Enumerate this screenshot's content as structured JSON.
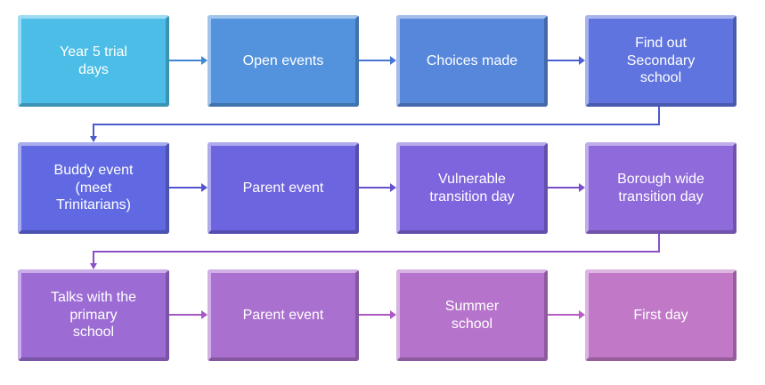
{
  "diagram": {
    "description": "Secondary school transition process flowchart, 3 rows of 4 steps read left to right",
    "background_color": "#ffffff",
    "text_color": "#ffffff",
    "rows": [
      {
        "nodes": [
          {
            "id": "year-5-trial-days",
            "label": "Year 5 trial\ndays",
            "color": "#4bbde6"
          },
          {
            "id": "open-events",
            "label": "Open events",
            "color": "#5393dd"
          },
          {
            "id": "choices-made",
            "label": "Choices made",
            "color": "#5787db"
          },
          {
            "id": "find-out-secondary-school",
            "label": "Find out\nSecondary\nschool",
            "color": "#5f74df"
          }
        ],
        "arrow_colors": [
          "#4285d2",
          "#4876d3",
          "#4b61d3"
        ]
      },
      {
        "nodes": [
          {
            "id": "buddy-event",
            "label": "Buddy event\n(meet\nTrinitarians)",
            "color": "#6069e2"
          },
          {
            "id": "parent-event-1",
            "label": "Parent event",
            "color": "#6d64df"
          },
          {
            "id": "vulnerable-transition-day",
            "label": "Vulnerable\ntransition day",
            "color": "#7f65dd"
          },
          {
            "id": "borough-wide-transition-day",
            "label": "Borough wide\ntransition day",
            "color": "#8f6ada"
          }
        ],
        "arrow_colors": [
          "#5354cf",
          "#6451cc",
          "#7a4ec8"
        ]
      },
      {
        "nodes": [
          {
            "id": "talks-with-the-primary-school",
            "label": "Talks with the\nprimary\nschool",
            "color": "#9c6cd4"
          },
          {
            "id": "parent-event-2",
            "label": "Parent event",
            "color": "#aa70cf"
          },
          {
            "id": "summer-school",
            "label": "Summer\nschool",
            "color": "#b673cb"
          },
          {
            "id": "first-day",
            "label": "First day",
            "color": "#c078c7"
          }
        ],
        "arrow_colors": [
          "#a457c5",
          "#ad59c4",
          "#b65cc2"
        ]
      }
    ],
    "elbow_connectors": [
      {
        "from": "find-out-secondary-school",
        "to": "buddy-event",
        "color": "#4d59cc"
      },
      {
        "from": "borough-wide-transition-day",
        "to": "talks-with-the-primary-school",
        "color": "#8a51c6"
      }
    ]
  }
}
